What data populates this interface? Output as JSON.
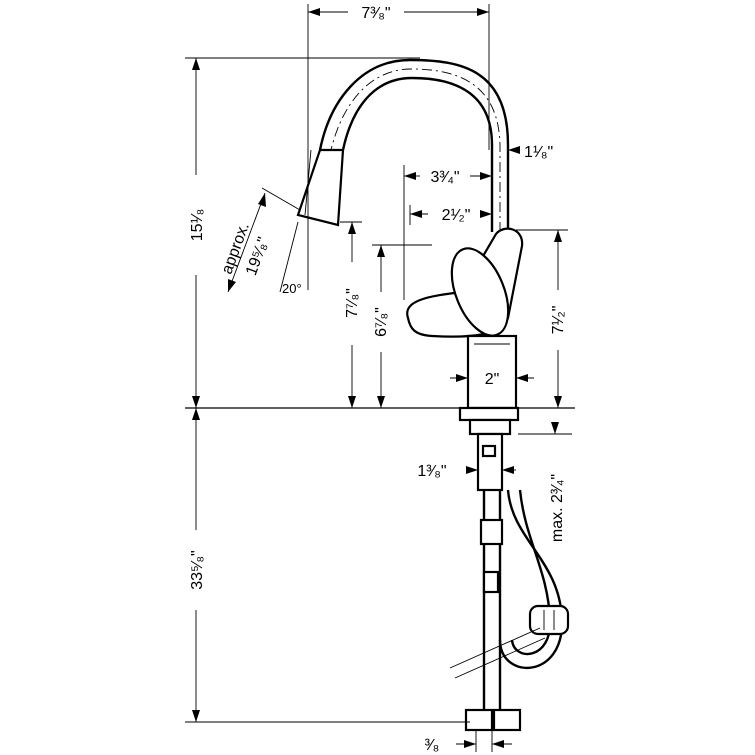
{
  "dimensions": {
    "top_width": "7³⁄₈\"",
    "spout_offset": "1¹⁄₈\"",
    "lever_reach_a": "3³⁄₄\"",
    "lever_reach_b": "2¹⁄₂\"",
    "total_height": "15¹⁄₈",
    "spray_height": "7⁷⁄₈\"",
    "lever_height": "6⁷⁄₈\"",
    "body_height": "7¹⁄₂\"",
    "base_width": "2\"",
    "pullout_label": "approx.",
    "pullout_length": "19⁵⁄₈\"",
    "tilt_angle": "20°",
    "shank_width": "1³⁄₈\"",
    "max_deck": "max. 2³⁄₄\"",
    "below_deck": "33⁵⁄₈\"",
    "hose_end": "³⁄₈"
  }
}
